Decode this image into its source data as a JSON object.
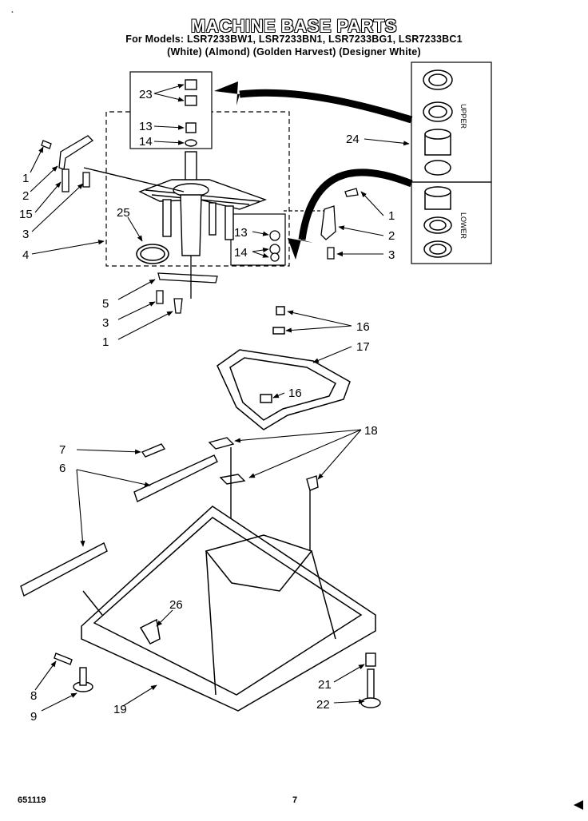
{
  "header": {
    "corner_mark": "¸",
    "title": "MACHINE BASE PARTS",
    "models_line": "For Models: LSR7233BW1, LSR7233BN1, LSR7233BG1, LSR7233BC1",
    "colors_line": "(White)     (Almond) (Golden Harvest) (Designer White)"
  },
  "callouts": {
    "c23": "23",
    "c13a": "13",
    "c14a": "14",
    "c24": "24",
    "c1a": "1",
    "c2a": "2",
    "c15": "15",
    "c3a": "3",
    "c25": "25",
    "c4": "4",
    "c13b": "13",
    "c14b": "14",
    "c1b": "1",
    "c2b": "2",
    "c3b": "3",
    "c5": "5",
    "c3c": "3",
    "c1c": "1",
    "c16a": "16",
    "c17": "17",
    "c16b": "16",
    "c7": "7",
    "c6": "6",
    "c18": "18",
    "c26": "26",
    "c8": "8",
    "c9": "9",
    "c19": "19",
    "c21": "21",
    "c22": "22"
  },
  "side_labels": {
    "upper": "UPPER",
    "lower": "LOWER"
  },
  "footer": {
    "doc_number": "651119",
    "page_number": "7"
  }
}
